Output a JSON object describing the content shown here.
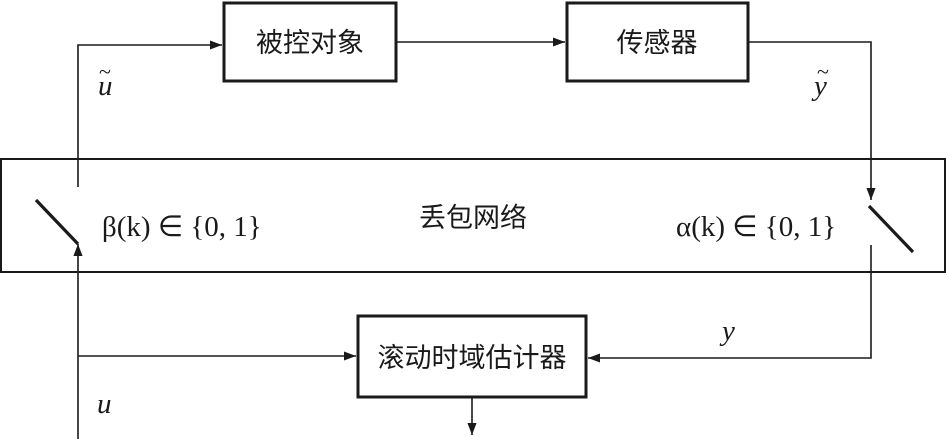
{
  "blocks": {
    "plant": "被控对象",
    "sensor": "传感器",
    "network": "丢包网络",
    "estimator": "滚动时域估计器"
  },
  "signals": {
    "u_tilde": "u",
    "y_tilde": "y",
    "y": "y",
    "u": "u",
    "tilde_mark": "~"
  },
  "switches": {
    "beta_label": "β(k) ∈ {0, 1}",
    "alpha_label": "α(k) ∈ {0, 1}"
  }
}
